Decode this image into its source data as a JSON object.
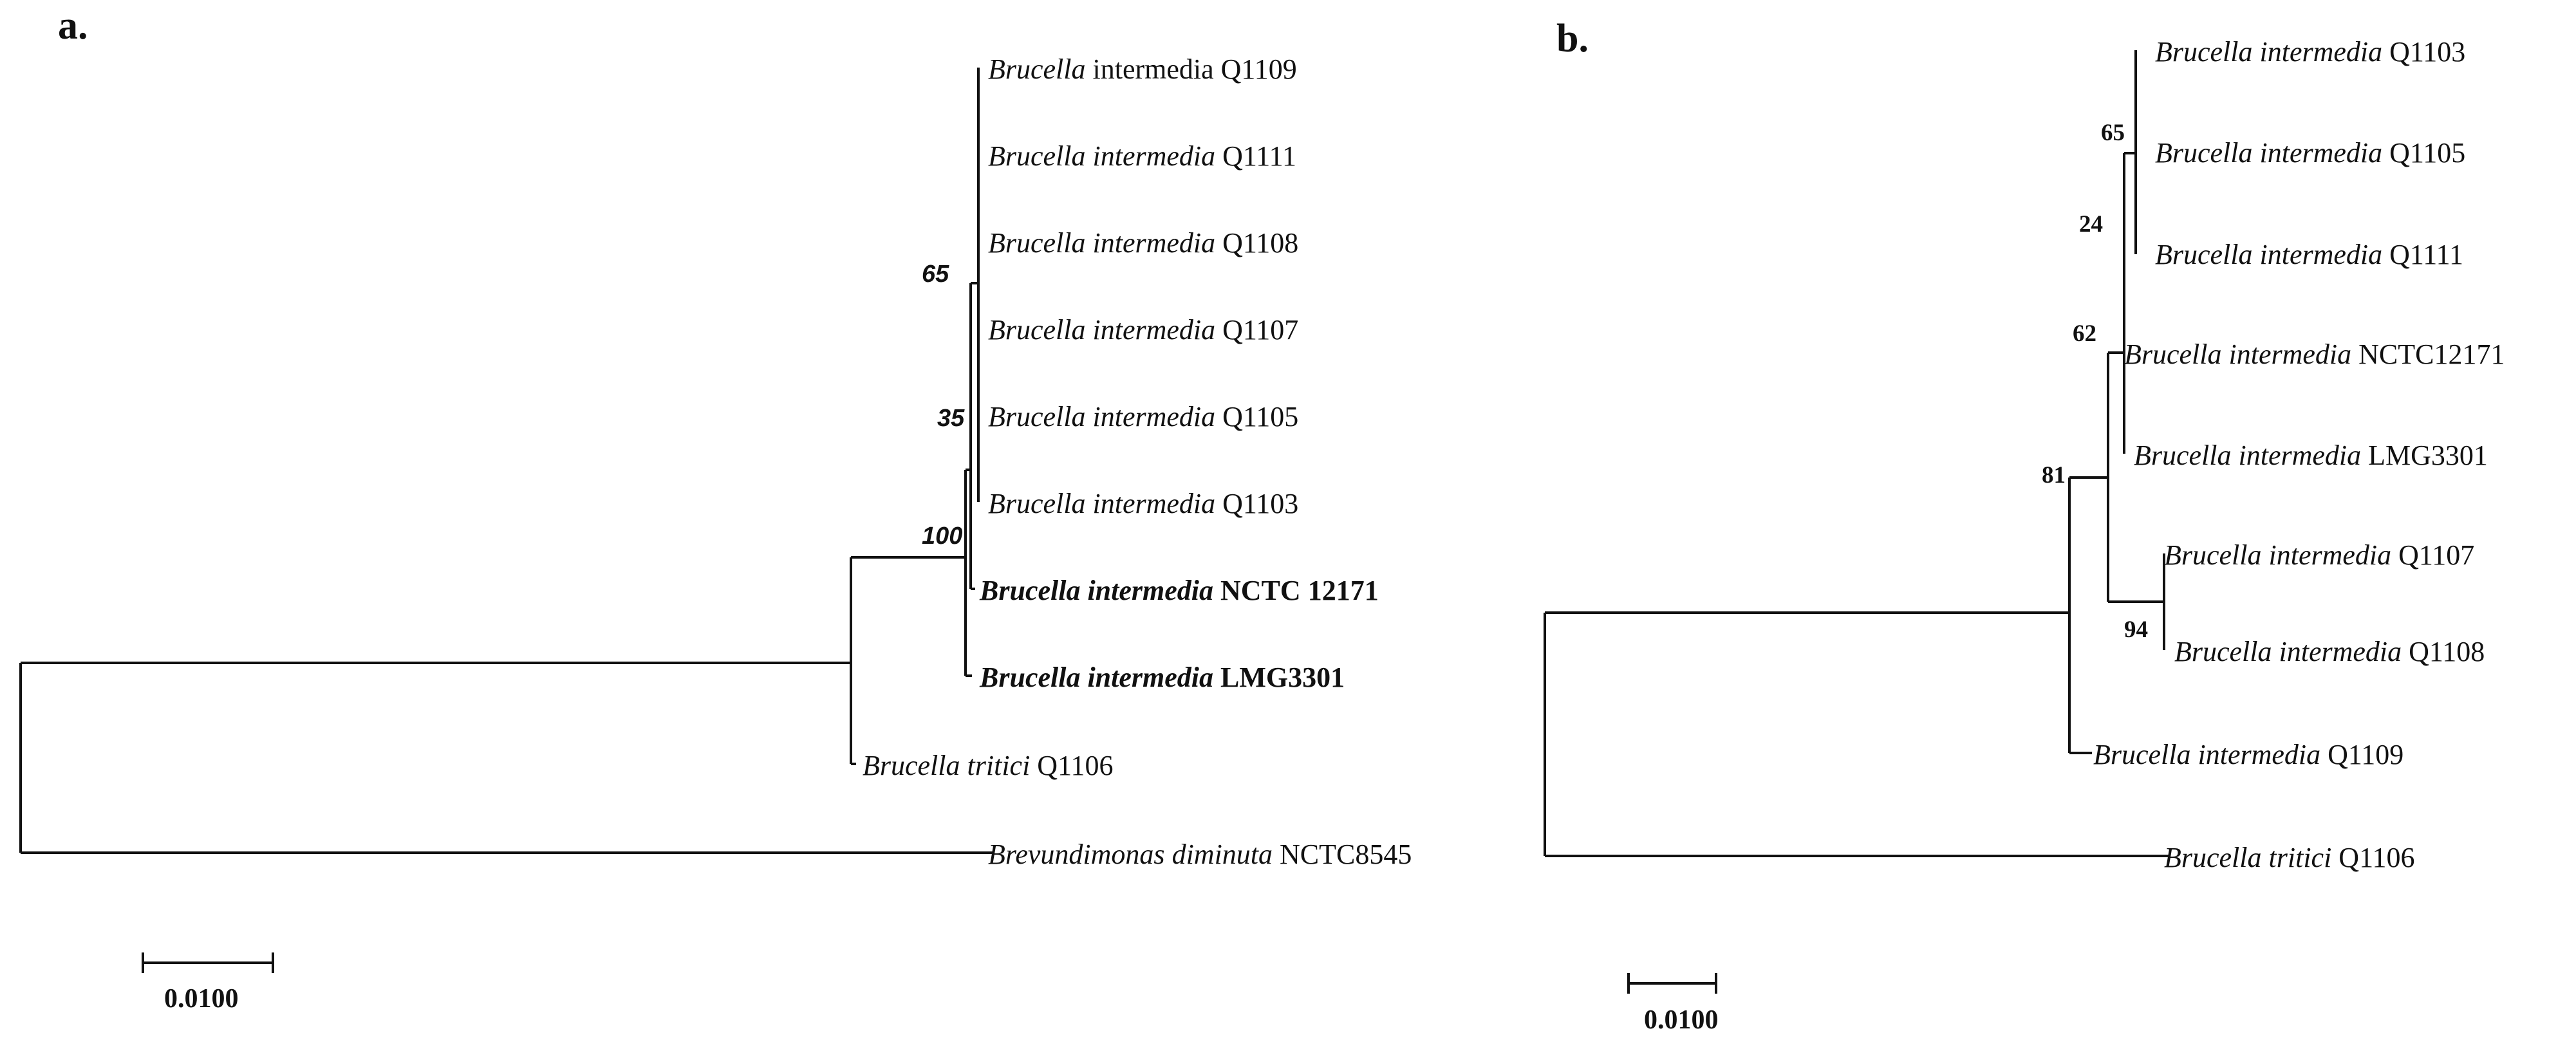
{
  "panel_a": {
    "label": "a.",
    "taxa": [
      {
        "genus_species": "Brucella",
        "species_part": "intermedia",
        "strain": "Q1109",
        "bold": false
      },
      {
        "genus_species": "Brucella",
        "species_part": "intermedia",
        "strain": "Q1111",
        "bold": false
      },
      {
        "genus_species": "Brucella",
        "species_part": "intermedia",
        "strain": "Q1108",
        "bold": false
      },
      {
        "genus_species": "Brucella",
        "species_part": "intermedia",
        "strain": "Q1107",
        "bold": false
      },
      {
        "genus_species": "Brucella",
        "species_part": "intermedia",
        "strain": "Q1105",
        "bold": false
      },
      {
        "genus_species": "Brucella",
        "species_part": "intermedia",
        "strain": "Q1103",
        "bold": false
      },
      {
        "genus_species": "Brucella",
        "species_part": "intermedia",
        "strain": "NCTC 12171",
        "bold": true
      },
      {
        "genus_species": "Brucella",
        "species_part": "intermedia",
        "strain": "LMG3301",
        "bold": true
      },
      {
        "genus_species": "Brucella",
        "species_part": "tritici",
        "strain": "Q1106",
        "bold": false
      },
      {
        "genus_species": "Brevundimonas",
        "species_part": "diminuta",
        "strain": "NCTC8545",
        "bold": false
      }
    ],
    "bootstrap": [
      "65",
      "35",
      "100"
    ],
    "scale_bar_label": "0.0100"
  },
  "panel_b": {
    "label": "b.",
    "taxa": [
      {
        "genus_species": "Brucella",
        "species_part": "intermedia",
        "strain": "Q1103"
      },
      {
        "genus_species": "Brucella",
        "species_part": "intermedia",
        "strain": "Q1105"
      },
      {
        "genus_species": "Brucella",
        "species_part": "intermedia",
        "strain": "Q1111"
      },
      {
        "genus_species": "Brucella",
        "species_part": "intermedia",
        "strain": "NCTC12171"
      },
      {
        "genus_species": "Brucella",
        "species_part": "intermedia",
        "strain": "LMG3301"
      },
      {
        "genus_species": "Brucella",
        "species_part": "intermedia",
        "strain": "Q1107"
      },
      {
        "genus_species": "Brucella",
        "species_part": "intermedia",
        "strain": "Q1108"
      },
      {
        "genus_species": "Brucella",
        "species_part": "intermedia",
        "strain": "Q1109"
      },
      {
        "genus_species": "Brucella",
        "species_part": "tritici",
        "strain": "Q1106"
      }
    ],
    "bootstrap": [
      "65",
      "24",
      "62",
      "81",
      "94"
    ],
    "scale_bar_label": "0.0100"
  }
}
